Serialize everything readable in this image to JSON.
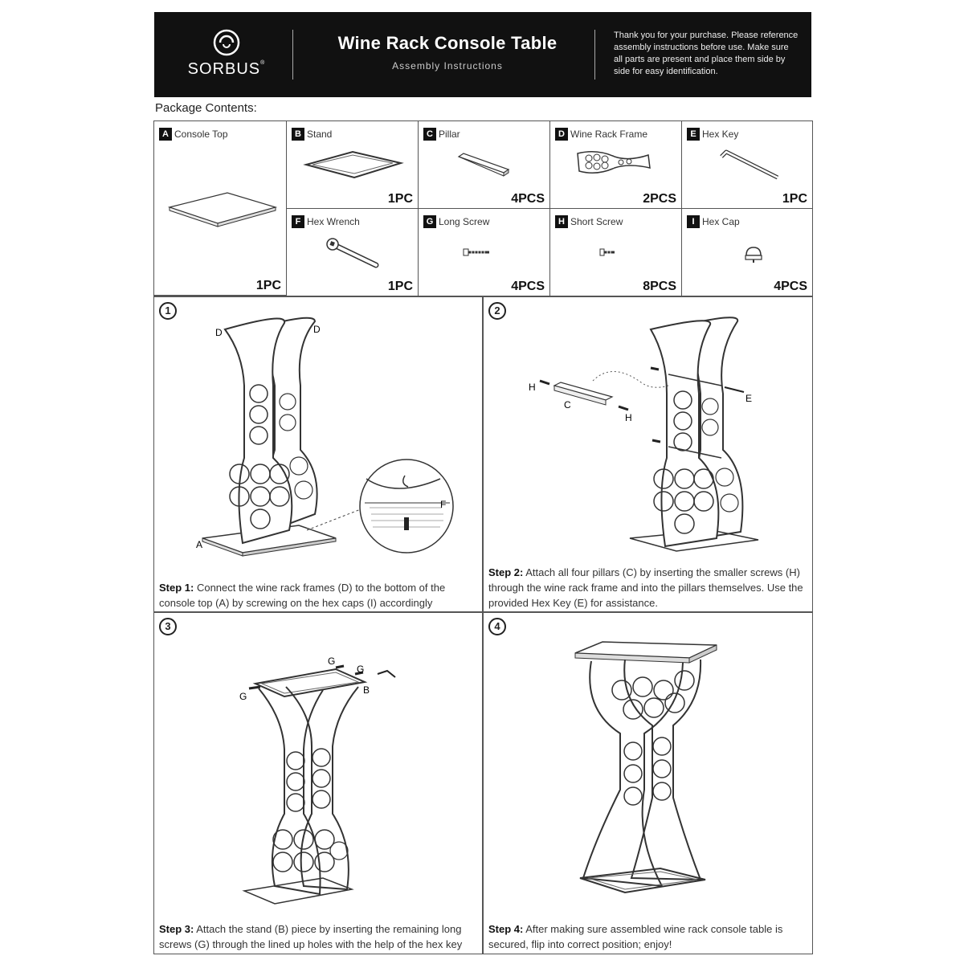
{
  "header": {
    "brand": "SORBUS",
    "title": "Wine Rack Console Table",
    "subtitle": "Assembly Instructions",
    "note": "Thank you for your purchase. Please reference assembly instructions before use. Make sure all parts are present and place them side by side for easy identification."
  },
  "contents_label": "Package Contents:",
  "parts": [
    {
      "letter": "A",
      "name": "Console Top",
      "qty": "1PC",
      "icon": "console-top-icon"
    },
    {
      "letter": "B",
      "name": "Stand",
      "qty": "1PC",
      "icon": "stand-icon"
    },
    {
      "letter": "C",
      "name": "Pillar",
      "qty": "4PCS",
      "icon": "pillar-icon"
    },
    {
      "letter": "D",
      "name": "Wine Rack Frame",
      "qty": "2PCS",
      "icon": "wine-rack-frame-icon"
    },
    {
      "letter": "E",
      "name": "Hex Key",
      "qty": "1PC",
      "icon": "hex-key-icon"
    },
    {
      "letter": "F",
      "name": "Hex Wrench",
      "qty": "1PC",
      "icon": "hex-wrench-icon"
    },
    {
      "letter": "G",
      "name": "Long Screw",
      "qty": "4PCS",
      "icon": "long-screw-icon"
    },
    {
      "letter": "H",
      "name": "Short Screw",
      "qty": "8PCS",
      "icon": "short-screw-icon"
    },
    {
      "letter": "I",
      "name": "Hex Cap",
      "qty": "4PCS",
      "icon": "hex-cap-icon"
    }
  ],
  "steps": [
    {
      "num": "1",
      "label": "Step 1:",
      "text": " Connect the wine rack frames (D) to the bottom of the console top (A) by screwing on the hex caps (I) accordingly"
    },
    {
      "num": "2",
      "label": "Step 2:",
      "text": " Attach all four pillars (C) by inserting the smaller screws (H) through the wine rack frame and into the pillars themselves. Use the provided Hex Key (E) for assistance."
    },
    {
      "num": "3",
      "label": "Step 3:",
      "text": " Attach the stand (B) piece by inserting the remaining long screws (G) through the lined up holes with the help of the hex key"
    },
    {
      "num": "4",
      "label": "Step 4:",
      "text": " After making sure assembled wine rack console table is secured, flip into correct position; enjoy!"
    }
  ],
  "callouts": {
    "step1": [
      "D",
      "D",
      "A",
      "F"
    ],
    "step2": [
      "H",
      "C",
      "H",
      "E"
    ],
    "step3": [
      "G",
      "G",
      "G",
      "B"
    ]
  }
}
